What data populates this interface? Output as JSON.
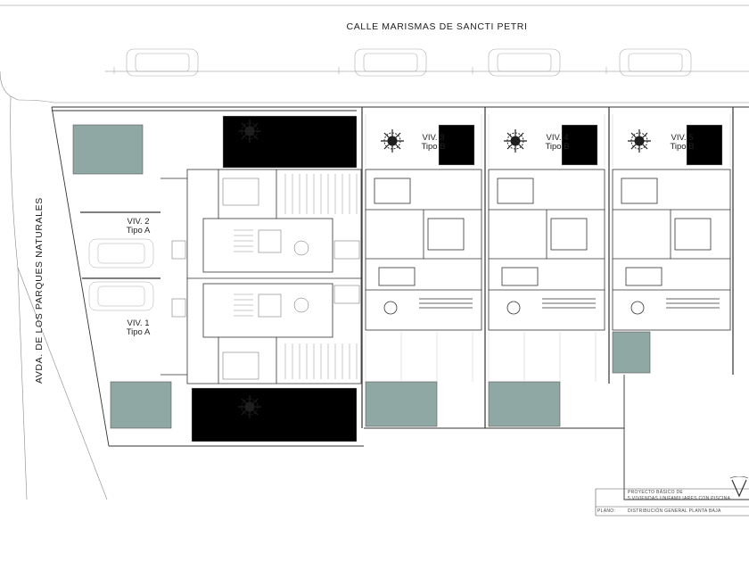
{
  "street_top": "CALLE MARISMAS DE SANCTI PETRI",
  "street_left": "AVDA. DE LOS PARQUES NATURALES",
  "houses": [
    {
      "number": "VIV. 1",
      "type": "Tipo A"
    },
    {
      "number": "VIV. 2",
      "type": "Tipo A"
    },
    {
      "number": "VIV. 3",
      "type": "Tipo B"
    },
    {
      "number": "VIV. 4",
      "type": "Tipo B"
    },
    {
      "number": "VIV. 5",
      "type": "Tipo B"
    }
  ],
  "title_block": {
    "project_line1": "PROYECTO BÁSICO DE",
    "project_line2": "5 VIVIENDAS UNIFAMILIARES CON PISCINA",
    "plano_label": "PLANO:",
    "plano_value": "DISTRIBUCIÓN GENERAL PLANTA BAJA"
  },
  "colors": {
    "pool": "#8fa8a4",
    "line": "#333333",
    "light_line": "#9a9a9a",
    "tree": "#1e1e1e"
  }
}
